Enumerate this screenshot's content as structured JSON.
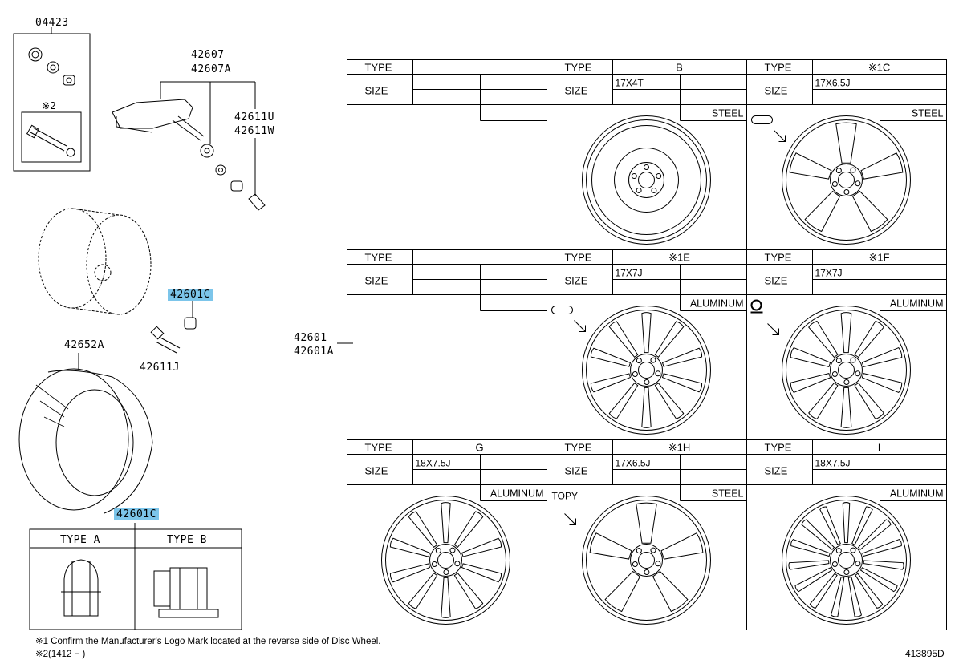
{
  "left": {
    "kit_part": "04423",
    "kit_sub_note": "※2",
    "tpms_parts": [
      "42607",
      "42607A"
    ],
    "tpms_nut_parts": [
      "42611U",
      "42611W"
    ],
    "valve_highlight_part": "42601C",
    "valve_part": "42611J",
    "tire_part": "42652A",
    "nut_highlight_part": "42601C",
    "nut_types": [
      "TYPE A",
      "TYPE B"
    ]
  },
  "wheel_part_labels": [
    "42601",
    "42601A"
  ],
  "table": {
    "type_label": "TYPE",
    "size_label": "SIZE",
    "cells": [
      {
        "type": "",
        "size": "",
        "material": "",
        "wheel": "none",
        "note": ""
      },
      {
        "type": "B",
        "size": "17X4T",
        "material": "STEEL",
        "wheel": "spare",
        "note": ""
      },
      {
        "type": "※1C",
        "size": "17X6.5J",
        "material": "STEEL",
        "wheel": "five-spoke-steel",
        "note": "valve-mark"
      },
      {
        "type": "",
        "size": "",
        "material": "",
        "wheel": "none",
        "note": ""
      },
      {
        "type": "※1E",
        "size": "17X7J",
        "material": "ALUMINUM",
        "wheel": "five-split-spoke",
        "note": "valve-mark"
      },
      {
        "type": "※1F",
        "size": "17X7J",
        "material": "ALUMINUM",
        "wheel": "ten-spoke",
        "note": "logo-mark"
      },
      {
        "type": "G",
        "size": "18X7.5J",
        "material": "ALUMINUM",
        "wheel": "multi-spoke",
        "note": ""
      },
      {
        "type": "※1H",
        "size": "17X6.5J",
        "material": "STEEL",
        "wheel": "five-spoke-steel",
        "note": "TOPY"
      },
      {
        "type": "I",
        "size": "18X7.5J",
        "material": "ALUMINUM",
        "wheel": "multi-spoke-fine",
        "note": ""
      }
    ]
  },
  "footnotes": {
    "note1": "※1 Confirm the Manufacturer's Logo Mark located at the reverse side of Disc Wheel.",
    "note2": "※2(1412 −      )"
  },
  "diagram_id": "413895D"
}
